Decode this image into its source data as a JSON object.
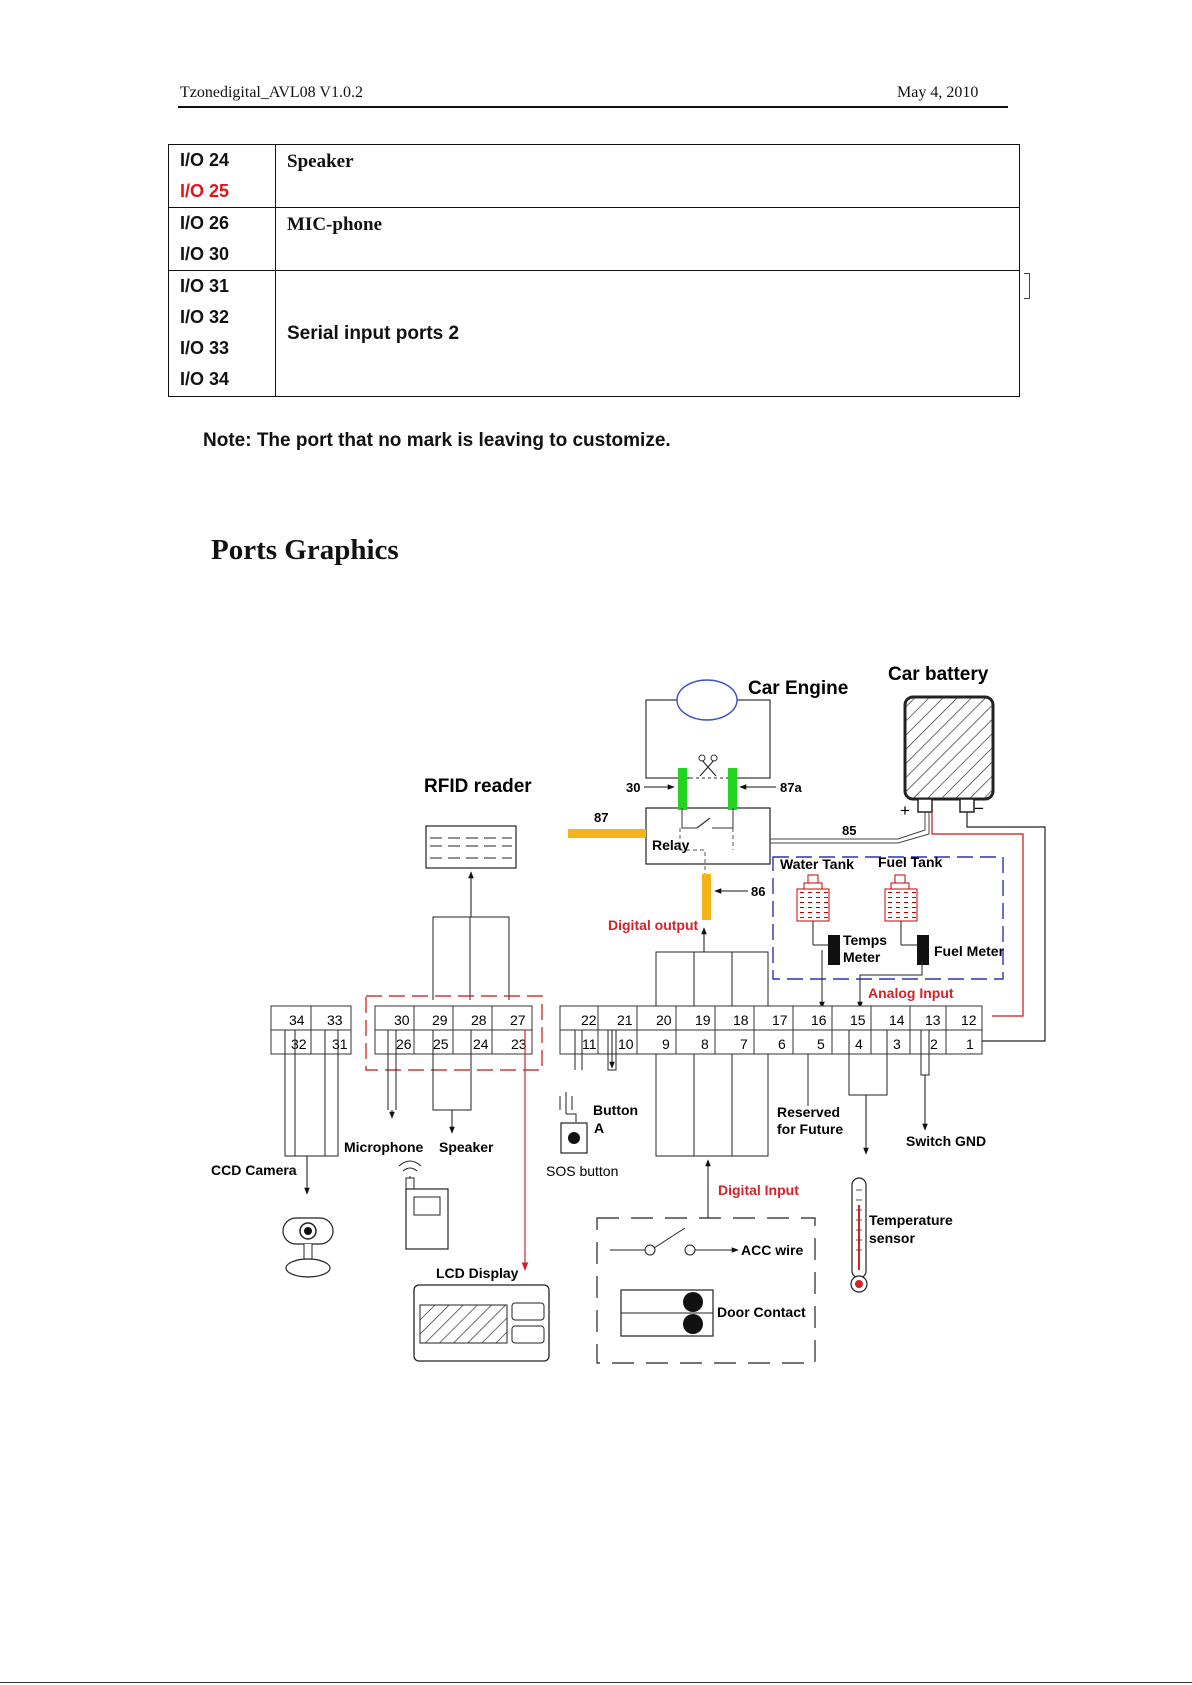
{
  "header": {
    "left": "Tzonedigital_AVL08 V1.0.2",
    "right": "May 4, 2010"
  },
  "io_table": [
    {
      "pins": [
        "I/O 24",
        "I/O 25"
      ],
      "red": [
        false,
        true
      ],
      "desc": "Speaker"
    },
    {
      "pins": [
        "I/O 26",
        "I/O 30"
      ],
      "red": [
        false,
        false
      ],
      "desc": "MIC-phone"
    },
    {
      "pins": [
        "I/O 31",
        "I/O 32",
        "I/O 33",
        "I/O 34"
      ],
      "red": [
        false,
        false,
        false,
        false
      ],
      "desc": "Serial input ports 2"
    }
  ],
  "note": "Note: The port that no mark is leaving to customize.",
  "section_title": "Ports Graphics",
  "diagram": {
    "labels": {
      "car_engine": "Car Engine",
      "car_battery": "Car battery",
      "rfid_reader": "RFID reader",
      "relay": "Relay",
      "digital_output": "Digital output",
      "water_tank": "Water Tank",
      "fuel_tank": "Fuel Tank",
      "temps_meter_1": "Temps",
      "temps_meter_2": "Meter",
      "fuel_meter": "Fuel Meter",
      "analog_input": "Analog Input",
      "microphone": "Microphone",
      "speaker": "Speaker",
      "ccd_camera": "CCD Camera",
      "sos_button": "SOS button",
      "button_a_1": "Button",
      "button_a_2": "A",
      "reserved_1": "Reserved",
      "reserved_2": "for Future",
      "switch_gnd": "Switch GND",
      "digital_input": "Digital Input",
      "acc_wire": "ACC wire",
      "door_contact": "Door Contact",
      "lcd_display": "LCD Display",
      "temp_sensor_1": "Temperature",
      "temp_sensor_2": "sensor",
      "relay_pin_30": "30",
      "relay_pin_87a": "87a",
      "relay_pin_87": "87",
      "relay_pin_85": "85",
      "relay_pin_86": "86",
      "plus": "+",
      "minus": "−"
    },
    "blocks": {
      "b1": {
        "top": [
          "34",
          "33"
        ],
        "bottom": [
          "32",
          "31"
        ]
      },
      "b2": {
        "top": [
          "30",
          "29",
          "28",
          "27"
        ],
        "bottom": [
          "26",
          "25",
          "24",
          "23"
        ]
      },
      "b3": {
        "top": [
          "22",
          "21",
          "20",
          "19",
          "18",
          "17",
          "16",
          "15",
          "14",
          "13",
          "12"
        ],
        "bottom": [
          "11",
          "10",
          "9",
          "8",
          "7",
          "6",
          "5",
          "4",
          "3",
          "2",
          "1"
        ]
      }
    },
    "colors": {
      "red": "#d3222a",
      "green": "#22d31f",
      "orange": "#f5b21b",
      "blue": "#2a33b5"
    }
  }
}
